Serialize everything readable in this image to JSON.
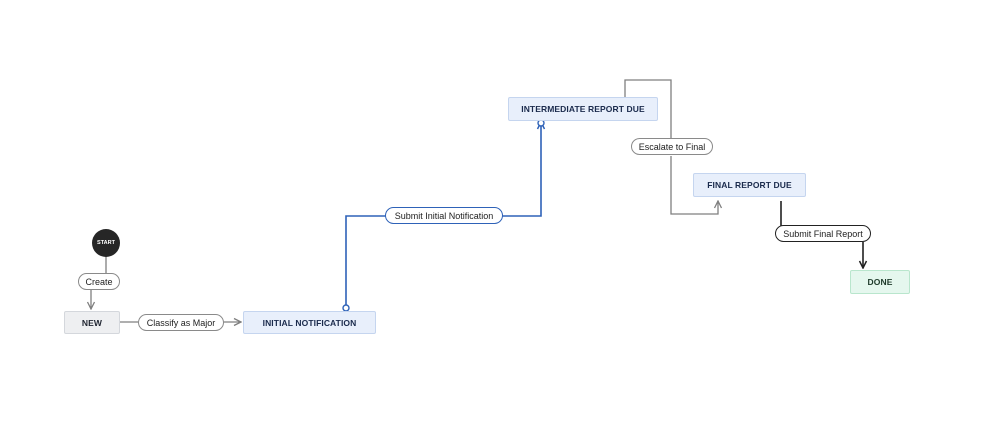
{
  "nodes": {
    "start": "START",
    "new": "NEW",
    "initial_notification": "INITIAL NOTIFICATION",
    "intermediate_report_due": "INTERMEDIATE REPORT DUE",
    "final_report_due": "FINAL REPORT DUE",
    "done": "DONE"
  },
  "transitions": {
    "create": "Create",
    "classify_as_major": "Classify as Major",
    "submit_initial_notification": "Submit Initial Notification",
    "escalate_to_final": "Escalate to Final",
    "submit_final_report": "Submit Final Report"
  },
  "colors": {
    "gray_edge": "#7f7f7f",
    "blue_edge": "#2e62b8",
    "black_edge": "#222222"
  }
}
